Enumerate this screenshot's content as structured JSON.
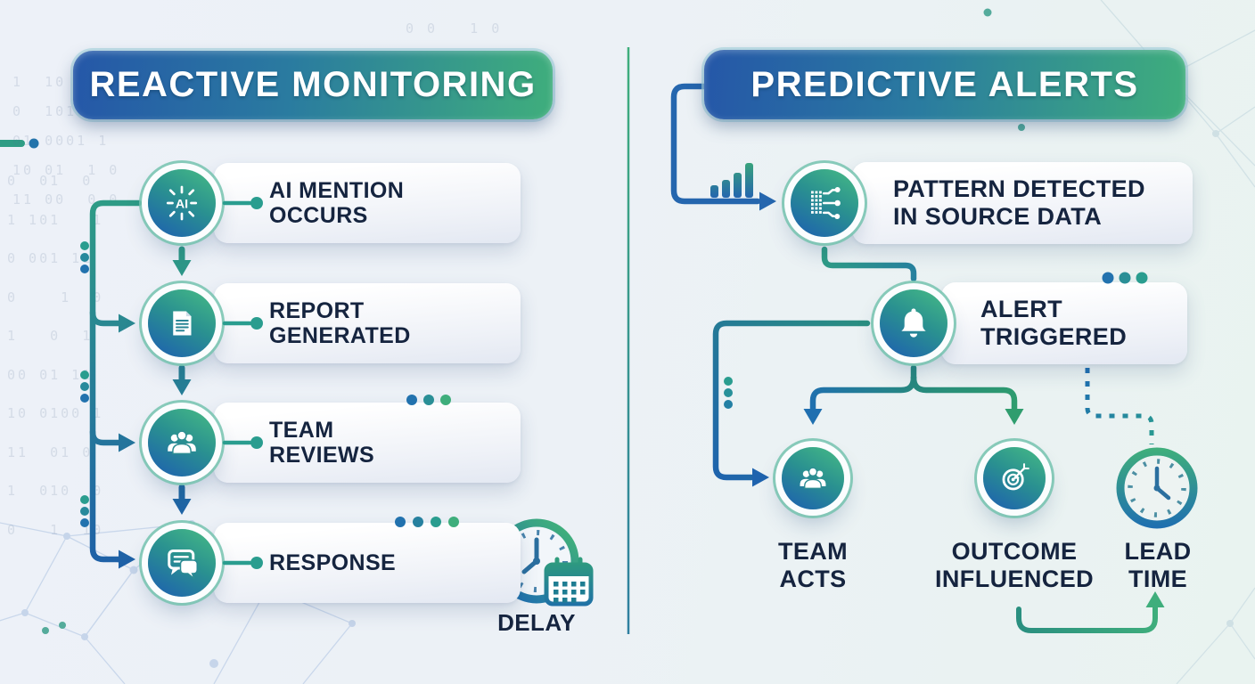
{
  "left_panel": {
    "title": "REACTIVE MONITORING",
    "steps": [
      {
        "icon": "ai-burst-icon",
        "icon_text": "AI",
        "lines": [
          "AI MENTION",
          "OCCURS"
        ]
      },
      {
        "icon": "report-document-icon",
        "lines": [
          "REPORT",
          "GENERATED"
        ]
      },
      {
        "icon": "team-icon",
        "lines": [
          "TEAM",
          "REVIEWS"
        ]
      },
      {
        "icon": "chat-bubbles-icon",
        "lines": [
          "RESPONSE",
          ""
        ]
      }
    ],
    "delay_label": "DELAY"
  },
  "right_panel": {
    "title": "PREDICTIVE ALERTS",
    "steps": [
      {
        "icon": "data-pattern-icon",
        "lines": [
          "PATTERN DETECTED",
          "IN SOURCE DATA"
        ]
      },
      {
        "icon": "bell-icon",
        "lines": [
          "ALERT",
          "TRIGGERED"
        ]
      }
    ],
    "outcomes": [
      {
        "icon": "team-icon",
        "lines": [
          "TEAM",
          "ACTS"
        ]
      },
      {
        "icon": "target-icon",
        "lines": [
          "OUTCOME",
          "INFLUENCED"
        ]
      },
      {
        "icon": "clock-icon",
        "lines": [
          "LEAD",
          "TIME"
        ]
      }
    ]
  },
  "background": {
    "binary_top_left": "1  10 0\n0  1010\n01 0001 1\n10 01  1 0\n11 00  0 0",
    "binary_mid_left": "0  01  0\n1 101   1\n0 001 11\n0    1  0\n1   0  1\n00 01 11\n10 0100 1\n11  01 0\n1  010  0\n0   1  10",
    "binary_top_center": "0 0   1 0\n 1   0  10",
    "binary_below_banner": "0  10  01\n  1    0"
  },
  "colors": {
    "banner_gradient_start": "#2557a8",
    "banner_gradient_end": "#3fae7c",
    "node_green": "#43b686",
    "node_blue": "#1e63ae",
    "line_teal": "#2a8f80",
    "line_blue": "#1f6fb0",
    "accent_green": "#3fae7c",
    "text_dark": "#15243f",
    "card_bg": "#ffffff"
  }
}
